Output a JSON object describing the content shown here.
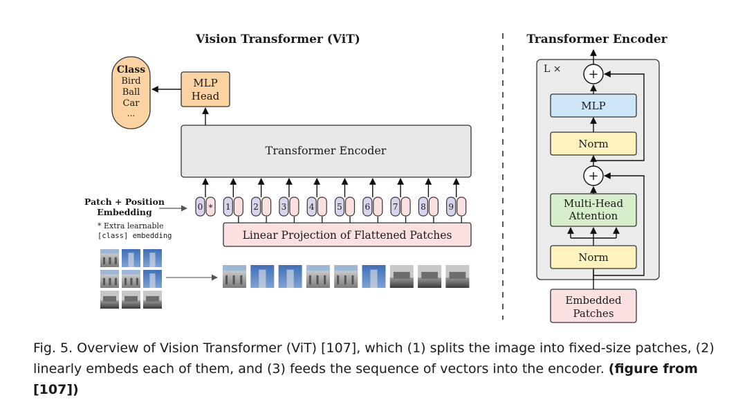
{
  "vit": {
    "title": "Vision Transformer (ViT)",
    "class_box": {
      "title": "Class",
      "items": [
        "Bird",
        "Ball",
        "Car",
        "..."
      ]
    },
    "mlp_head": [
      "MLP",
      "Head"
    ],
    "encoder_label": "Transformer Encoder",
    "patch_embedding_label": [
      "Patch + Position",
      "Embedding"
    ],
    "extra_note": [
      "* Extra learnable",
      "[class] embedding"
    ],
    "tokens": [
      {
        "pos": "0",
        "cls": "*"
      },
      {
        "pos": "1"
      },
      {
        "pos": "2"
      },
      {
        "pos": "3"
      },
      {
        "pos": "4"
      },
      {
        "pos": "5"
      },
      {
        "pos": "6"
      },
      {
        "pos": "7"
      },
      {
        "pos": "8"
      },
      {
        "pos": "9"
      }
    ],
    "linear_projection": "Linear Projection of Flattened Patches"
  },
  "encoder": {
    "title": "Transformer Encoder",
    "repeat": "L ×",
    "plus": "+",
    "mlp": "MLP",
    "norm_top": "Norm",
    "mha": [
      "Multi-Head",
      "Attention"
    ],
    "norm_bottom": "Norm",
    "embedded": [
      "Embedded",
      "Patches"
    ]
  },
  "caption": {
    "text": "Fig. 5.  Overview of Vision Transformer (ViT) [107], which (1) splits the image into fixed-size patches, (2) linearly embeds each of them, and (3) feeds the sequence of vectors into the encoder. ",
    "bold": "(figure from [107])"
  },
  "colors": {
    "orange": "#fbd3a3",
    "gray_box": "#e8e8e8",
    "pink": "#fbe0e1",
    "lavender": "#d9d4eb",
    "blue": "#cde6f7",
    "yellow": "#fef3bd",
    "green": "#d6efca"
  }
}
